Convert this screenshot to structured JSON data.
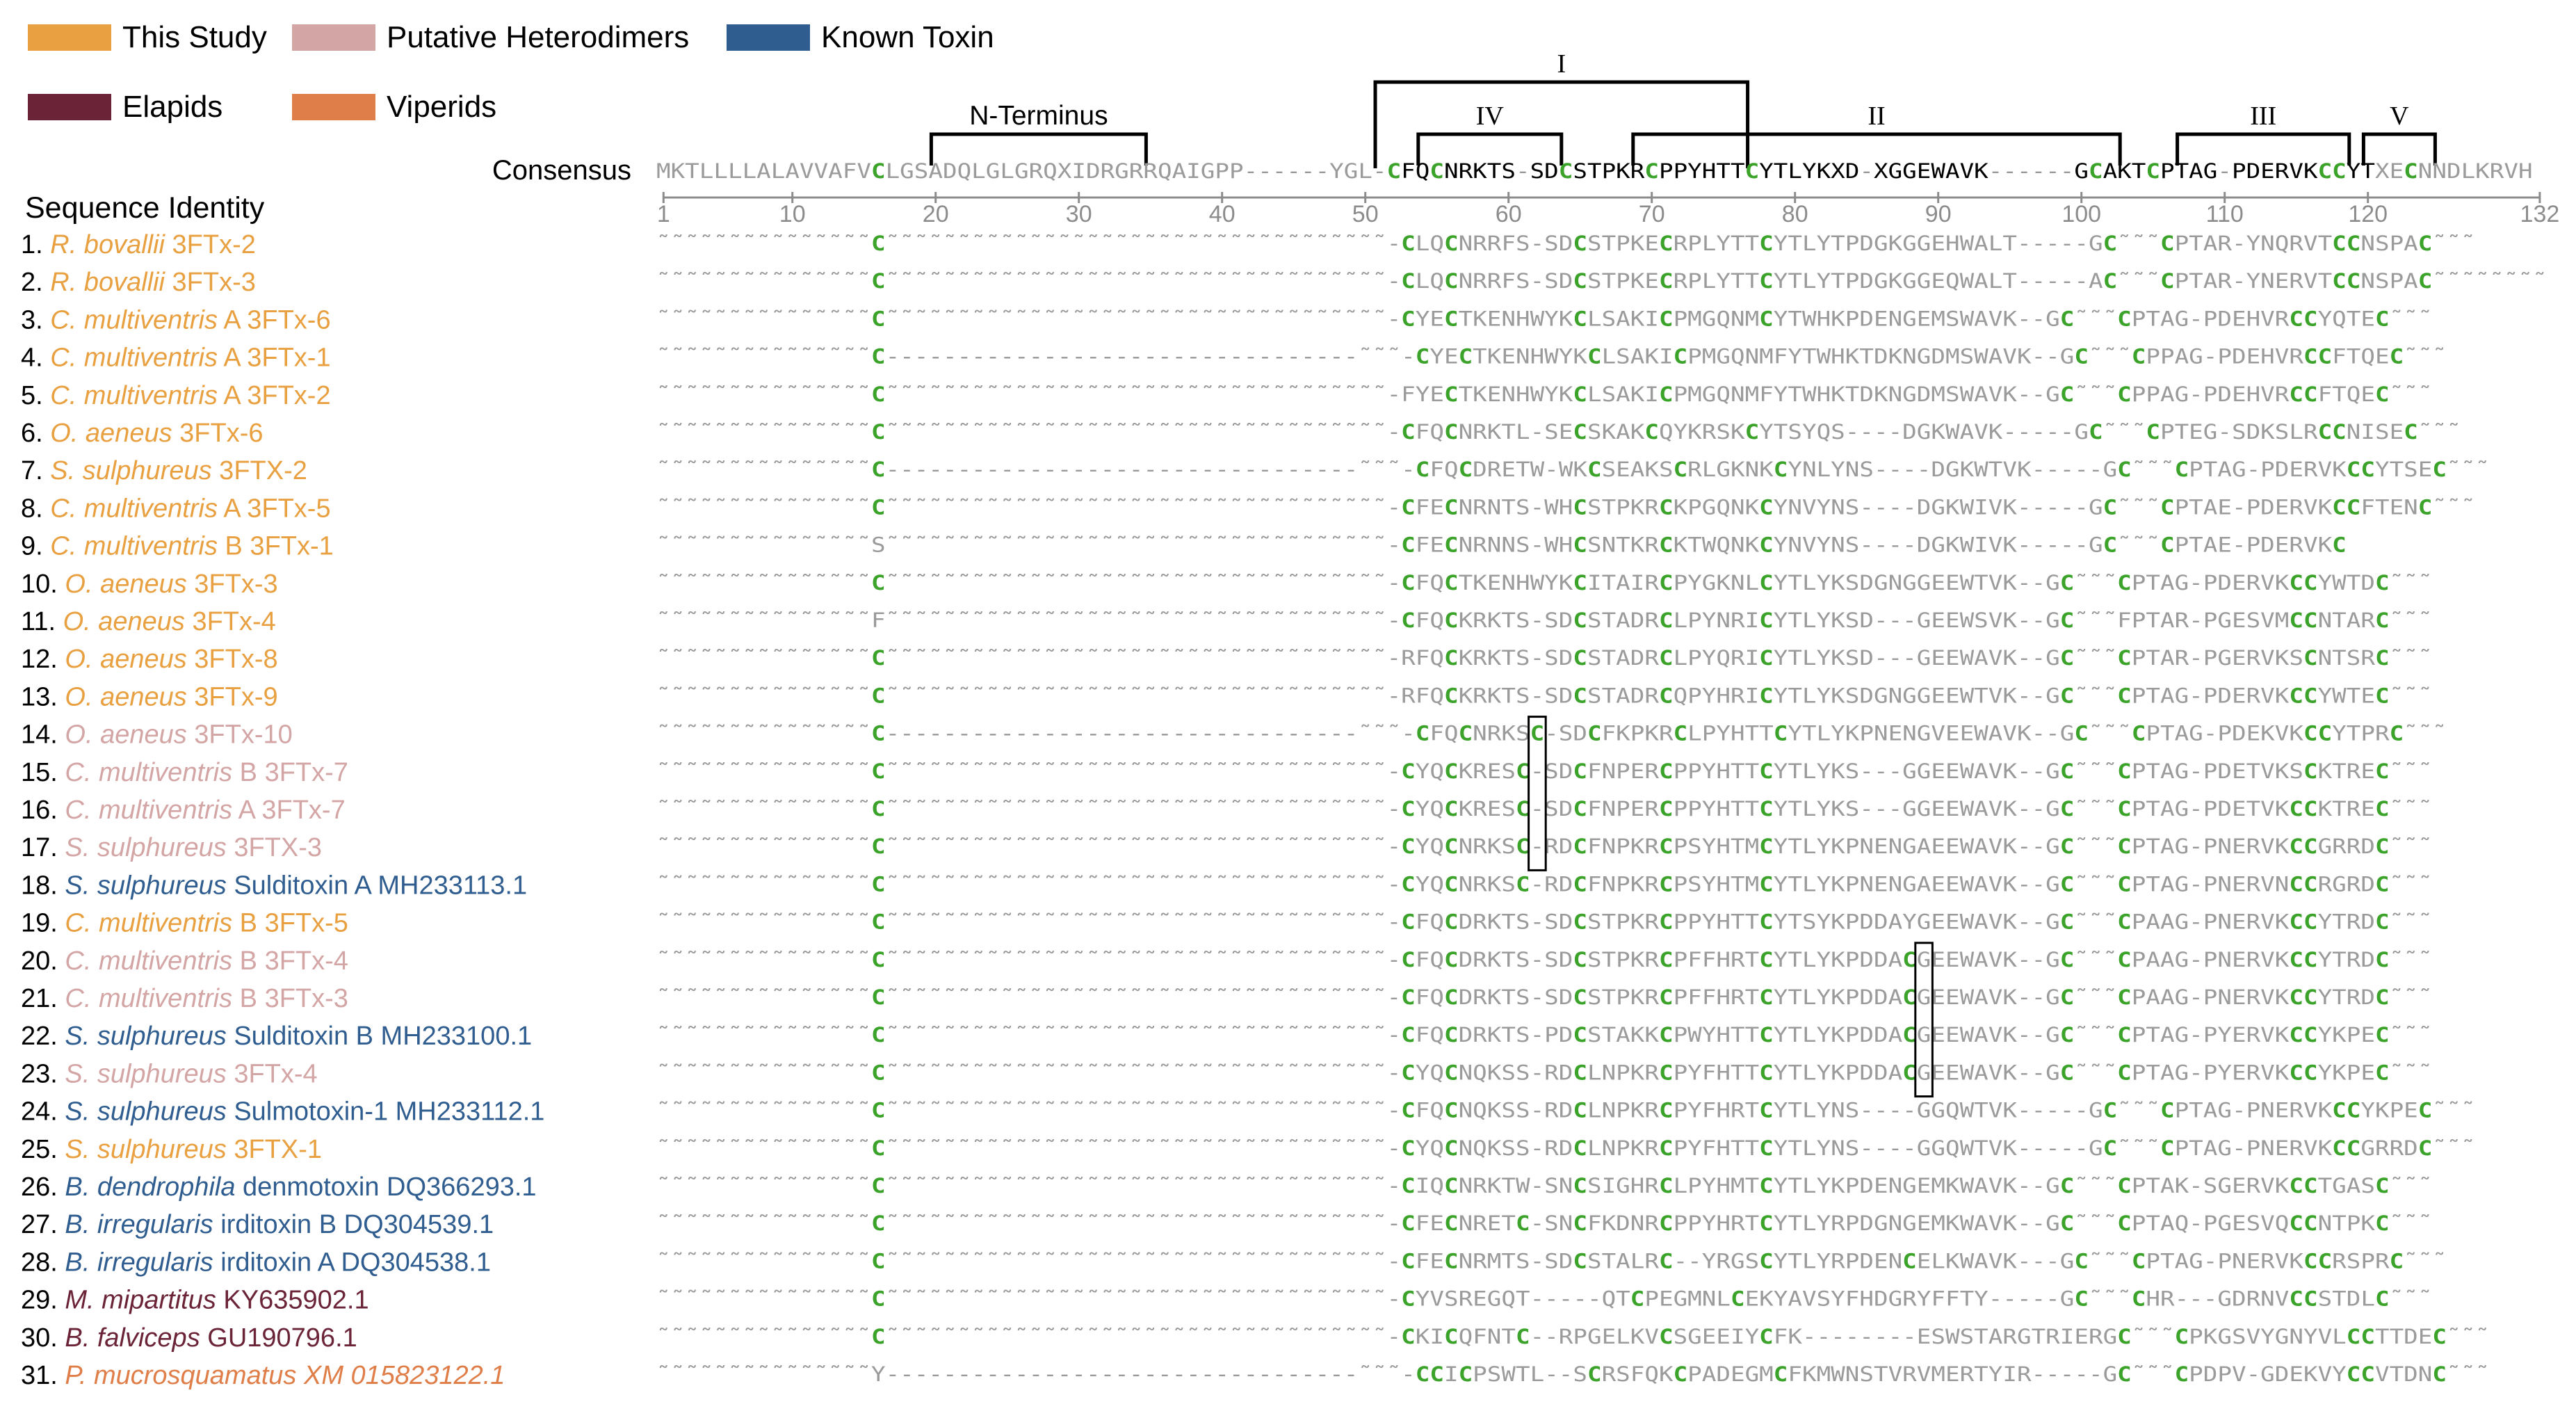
{
  "legend": [
    {
      "label": "This Study",
      "color": "#E8A040"
    },
    {
      "label": "Putative Heterodimers",
      "color": "#D4A5A5"
    },
    {
      "label": "Known Toxin",
      "color": "#2F5D8F"
    },
    {
      "label": "Elapids",
      "color": "#6B2337"
    },
    {
      "label": "Viperids",
      "color": "#DF7E48"
    }
  ],
  "colors": {
    "cysteine": "#3BA32A",
    "gap": "#999999",
    "residue": "#9B9B9B",
    "consensus_core": "#000000",
    "this_study": "#E8A040",
    "heterodimer": "#D4A5A5",
    "known_toxin": "#2F5D8F",
    "elapid": "#6B2337",
    "viperid": "#DF7E48"
  },
  "headings": {
    "consensus": "Consensus",
    "sequence_identity": "Sequence Identity"
  },
  "regions": [
    {
      "label": "N-Terminus",
      "from": 20,
      "to": 35
    },
    {
      "label": "I",
      "from": 51,
      "to": 77
    },
    {
      "label": "IV",
      "from": 54,
      "to": 64
    },
    {
      "label": "II",
      "from": 69,
      "to": 103
    },
    {
      "label": "III",
      "from": 107,
      "to": 119
    },
    {
      "label": "V",
      "from": 120,
      "to": 125
    }
  ],
  "ruler": {
    "ticks": [
      1,
      10,
      20,
      30,
      40,
      50,
      60,
      70,
      80,
      90,
      100,
      110,
      120,
      132
    ]
  },
  "consensus": "MKTLLLLALAVVAFVCLGSADQLGLGRQXIDRGRRQAIGPP------YGL-CFQCNRKTS-SDCSTPKRCPPYHTTCYTLYKXD-XGGEWAVK------GCAKTCPTAG-PDERVKCCYTXECNNDLKRVH",
  "sequences": [
    {
      "num": "1.",
      "species": "R. bovallii",
      "name": "3FTx-2",
      "cat": "this_study",
      "seq": "~~~~~~~~~~~~~~~C~~~~~~~~~~~~~~~~~~~~~~~~~~~~~~~~~~~-CLQCNRRFS-SDCSTPKECRPLYTTCYTLYTPDGKGGEHWALT-----GC~~~CPTAR-YNQRVTCCNSPAC~~~"
    },
    {
      "num": "2.",
      "species": "R. bovallii",
      "name": "3FTx-3",
      "cat": "this_study",
      "seq": "~~~~~~~~~~~~~~~C~~~~~~~~~~~~~~~~~~~~~~~~~~~~~~~~~~~-CLQCNRRFS-SDCSTPKECRPLYTTCYTLYTPDGKGGEQWALT-----AC~~~CPTAR-YNERVTCCNSPAC~~~~~~~~"
    },
    {
      "num": "3.",
      "species": "C. multiventris",
      "name": "A 3FTx-6",
      "cat": "this_study",
      "seq": "~~~~~~~~~~~~~~~C~~~~~~~~~~~~~~~~~~~~~~~~~~~~~~~~~~~-CYECTKENHWYKCLSAKICPMGQNMCYTWHKPDENGEMSWAVK--GC~~~CPTAG-PDEHVRCCYQTEC~~~"
    },
    {
      "num": "4.",
      "species": "C. multiventris",
      "name": "A 3FTx-1",
      "cat": "this_study",
      "seq": "~~~~~~~~~~~~~~~C---------------------------------~~~-CYECTKENHWYKCLSAKICPMGQNMFYTWHKTDKNGDMSWAVK--GC~~~CPPAG-PDEHVRCCFTQEC~~~"
    },
    {
      "num": "5.",
      "species": "C. multiventris",
      "name": "A 3FTx-2",
      "cat": "this_study",
      "seq": "~~~~~~~~~~~~~~~C~~~~~~~~~~~~~~~~~~~~~~~~~~~~~~~~~~~-FYECTKENHWYKCLSAKICPMGQNMFYTWHKTDKNGDMSWAVK--GC~~~CPPAG-PDEHVRCCFTQEC~~~"
    },
    {
      "num": "6.",
      "species": "O. aeneus",
      "name": "3FTx-6",
      "cat": "this_study",
      "seq": "~~~~~~~~~~~~~~~C~~~~~~~~~~~~~~~~~~~~~~~~~~~~~~~~~~~-CFQCNRKTL-SECSKAKCQYKRSKCYTSYQS----DGKWAVK-----GC~~~CPTEG-SDKSLRCCNISEC~~~"
    },
    {
      "num": "7.",
      "species": "S. sulphureus",
      "name": "3FTX-2",
      "cat": "this_study",
      "seq": "~~~~~~~~~~~~~~~C---------------------------------~~~-CFQCDRETW-WKCSEAKSCRLGKNKCYNLYNS----DGKWTVK-----GC~~~CPTAG-PDERVKCCYTSEC~~~"
    },
    {
      "num": "8.",
      "species": "C. multiventris",
      "name": "A 3FTx-5",
      "cat": "this_study",
      "seq": "~~~~~~~~~~~~~~~C~~~~~~~~~~~~~~~~~~~~~~~~~~~~~~~~~~~-CFECNRNTS-WHCSTPKRCKPGQNKCYNVYNS----DGKWIVK-----GC~~~CPTAE-PDERVKCCFTENC~~~"
    },
    {
      "num": "9.",
      "species": "C. multiventris",
      "name": "B 3FTx-1",
      "cat": "this_study",
      "seq": "~~~~~~~~~~~~~~~S~~~~~~~~~~~~~~~~~~~~~~~~~~~~~~~~~~~-CFECNRNNS-WHCSNTKRCKTWQNKCYNVYNS----DGKWIVK-----GC~~~CPTAE-PDERVKC"
    },
    {
      "num": "10.",
      "species": "O. aeneus",
      "name": "3FTx-3",
      "cat": "this_study",
      "seq": "~~~~~~~~~~~~~~~C~~~~~~~~~~~~~~~~~~~~~~~~~~~~~~~~~~~-CFQCTKENHWYKCITAIRCPYGKNLCYTLYKSDGNGGEEWTVK--GC~~~CPTAG-PDERVKCCYWTDC~~~"
    },
    {
      "num": "11.",
      "species": "O. aeneus",
      "name": "3FTx-4",
      "cat": "this_study",
      "seq": "~~~~~~~~~~~~~~~F~~~~~~~~~~~~~~~~~~~~~~~~~~~~~~~~~~~-CFQCKRKTS-SDCSTADRCLPYNRICYTLYKSD---GEEWSVK--GC~~~FPTAR-PGESVMCCNTARC~~~"
    },
    {
      "num": "12.",
      "species": "O. aeneus",
      "name": "3FTx-8",
      "cat": "this_study",
      "seq": "~~~~~~~~~~~~~~~C~~~~~~~~~~~~~~~~~~~~~~~~~~~~~~~~~~~-RFQCKRKTS-SDCSTADRCLPYQRICYTLYKSD---GEEWAVK--GC~~~CPTAR-PGERVKSCNTSRC~~~"
    },
    {
      "num": "13.",
      "species": "O. aeneus",
      "name": "3FTx-9",
      "cat": "this_study",
      "seq": "~~~~~~~~~~~~~~~C~~~~~~~~~~~~~~~~~~~~~~~~~~~~~~~~~~~-RFQCKRKTS-SDCSTADRCQPYHRICYTLYKSDGNGGEEWTVK--GC~~~CPTAG-PDERVKCCYWTEC~~~"
    },
    {
      "num": "14.",
      "species": "O. aeneus",
      "name": "3FTx-10",
      "cat": "heterodimer",
      "seq": "~~~~~~~~~~~~~~~C---------------------------------~~~-CFQCNRKSC-SDCFKPKRCLPYHTTCYTLYKPNENGVEEWAVK--GC~~~CPTAG-PDEKVKCCYTPRC~~~"
    },
    {
      "num": "15.",
      "species": "C. multiventris",
      "name": "B 3FTx-7",
      "cat": "heterodimer",
      "seq": "~~~~~~~~~~~~~~~C~~~~~~~~~~~~~~~~~~~~~~~~~~~~~~~~~~~-CYQCKRESC-SDCFNPERCPPYHTTCYTLYKS---GGEEWAVK--GC~~~CPTAG-PDETVKSCKTREC~~~"
    },
    {
      "num": "16.",
      "species": "C. multiventris",
      "name": "A 3FTx-7",
      "cat": "heterodimer",
      "seq": "~~~~~~~~~~~~~~~C~~~~~~~~~~~~~~~~~~~~~~~~~~~~~~~~~~~-CYQCKRESC-SDCFNPERCPPYHTTCYTLYKS---GGEEWAVK--GC~~~CPTAG-PDETVKCCKTREC~~~"
    },
    {
      "num": "17.",
      "species": "S. sulphureus",
      "name": "3FTX-3",
      "cat": "heterodimer",
      "seq": "~~~~~~~~~~~~~~~C~~~~~~~~~~~~~~~~~~~~~~~~~~~~~~~~~~~-CYQCNRKSC-RDCFNPKRCPSYHTMCYTLYKPNENGAEEWAVK--GC~~~CPTAG-PNERVKCCGRRDC~~~"
    },
    {
      "num": "18.",
      "species": "S. sulphureus",
      "name": "Sulditoxin A MH233113.1",
      "cat": "known_toxin",
      "seq": "~~~~~~~~~~~~~~~C~~~~~~~~~~~~~~~~~~~~~~~~~~~~~~~~~~~-CYQCNRKSC-RDCFNPKRCPSYHTMCYTLYKPNENGAEEWAVK--GC~~~CPTAG-PNERVNCCRGRDC~~~"
    },
    {
      "num": "19.",
      "species": "C. multiventris",
      "name": "B 3FTx-5",
      "cat": "this_study",
      "seq": "~~~~~~~~~~~~~~~C~~~~~~~~~~~~~~~~~~~~~~~~~~~~~~~~~~~-CFQCDRKTS-SDCSTPKRCPPYHTTCYTSYKPDDAYGEEWAVK--GC~~~CPAAG-PNERVKCCYTRDC~~~"
    },
    {
      "num": "20.",
      "species": "C. multiventris",
      "name": "B 3FTx-4",
      "cat": "heterodimer",
      "seq": "~~~~~~~~~~~~~~~C~~~~~~~~~~~~~~~~~~~~~~~~~~~~~~~~~~~-CFQCDRKTS-SDCSTPKRCPFFHRTCYTLYKPDDACGEEWAVK--GC~~~CPAAG-PNERVKCCYTRDC~~~"
    },
    {
      "num": "21.",
      "species": "C. multiventris",
      "name": "B 3FTx-3",
      "cat": "heterodimer",
      "seq": "~~~~~~~~~~~~~~~C~~~~~~~~~~~~~~~~~~~~~~~~~~~~~~~~~~~-CFQCDRKTS-SDCSTPKRCPFFHRTCYTLYKPDDACGEEWAVK--GC~~~CPAAG-PNERVKCCYTRDC~~~"
    },
    {
      "num": "22.",
      "species": "S. sulphureus",
      "name": "Sulditoxin B MH233100.1",
      "cat": "known_toxin",
      "seq": "~~~~~~~~~~~~~~~C~~~~~~~~~~~~~~~~~~~~~~~~~~~~~~~~~~~-CFQCDRKTS-PDCSTAKKCPWYHTTCYTLYKPDDACGEEWAVK--GC~~~CPTAG-PYERVKCCYKPEC~~~"
    },
    {
      "num": "23.",
      "species": "S. sulphureus",
      "name": "3FTx-4",
      "cat": "heterodimer",
      "seq": "~~~~~~~~~~~~~~~C~~~~~~~~~~~~~~~~~~~~~~~~~~~~~~~~~~~-CYQCNQKSS-RDCLNPKRCPYFHTTCYTLYKPDDACGEEWAVK--GC~~~CPTAG-PYERVKCCYKPEC~~~"
    },
    {
      "num": "24.",
      "species": "S. sulphureus",
      "name": "Sulmotoxin-1 MH233112.1",
      "cat": "known_toxin",
      "seq": "~~~~~~~~~~~~~~~C~~~~~~~~~~~~~~~~~~~~~~~~~~~~~~~~~~~-CFQCNQKSS-RDCLNPKRCPYFHRTCYTLYNS----GGQWTVK-----GC~~~CPTAG-PNERVKCCYKPEC~~~"
    },
    {
      "num": "25.",
      "species": "S. sulphureus",
      "name": "3FTX-1",
      "cat": "this_study",
      "seq": "~~~~~~~~~~~~~~~C~~~~~~~~~~~~~~~~~~~~~~~~~~~~~~~~~~~-CYQCNQKSS-RDCLNPKRCPYFHTTCYTLYNS----GGQWTVK-----GC~~~CPTAG-PNERVKCCGRRDC~~~"
    },
    {
      "num": "26.",
      "species": "B. dendrophila",
      "name": "denmotoxin DQ366293.1",
      "cat": "known_toxin",
      "seq": "~~~~~~~~~~~~~~~C~~~~~~~~~~~~~~~~~~~~~~~~~~~~~~~~~~~-CIQCNRKTW-SNCSIGHRCLPYHMTCYTLYKPDENGEMKWAVK--GC~~~CPTAK-SGERVKCCTGASC~~~"
    },
    {
      "num": "27.",
      "species": "B. irregularis",
      "name": "irditoxin B DQ304539.1",
      "cat": "known_toxin",
      "seq": "~~~~~~~~~~~~~~~C~~~~~~~~~~~~~~~~~~~~~~~~~~~~~~~~~~~-CFECNRETC-SNCFKDNRCPPYHRTCYTLYRPDGNGEMKWAVK--GC~~~CPTAQ-PGESVQCCNTPKC~~~"
    },
    {
      "num": "28.",
      "species": "B. irregularis",
      "name": "irditoxin A DQ304538.1",
      "cat": "known_toxin",
      "seq": "~~~~~~~~~~~~~~~C~~~~~~~~~~~~~~~~~~~~~~~~~~~~~~~~~~~-CFECNRMTS-SDCSTALRC--YRGSCYTLYRPDENCELKWAVK---GC~~~CPTAG-PNERVKCCRSPRC~~~"
    },
    {
      "num": "29.",
      "species": "M. mipartitus",
      "name": "KY635902.1",
      "cat": "elapid",
      "seq": "~~~~~~~~~~~~~~~C~~~~~~~~~~~~~~~~~~~~~~~~~~~~~~~~~~~-CYVSREGQT-----QTCPEGMNLCEKYAVSYFHDGRYFFTY-----GC~~~CHR---GDRNVCCSTDLC~~~"
    },
    {
      "num": "30.",
      "species": "B. falviceps",
      "name": "GU190796.1",
      "cat": "elapid",
      "seq": "~~~~~~~~~~~~~~~C~~~~~~~~~~~~~~~~~~~~~~~~~~~~~~~~~~~-CKICQFNTC--RPGELKVCSGEEIYCFK--------ESWSTARGTRIERGC~~~CPKGSVYGNYVLCCTTDEC~~~"
    },
    {
      "num": "31.",
      "species": "P. mucrosquamatus",
      "name": "XM 015823122.1",
      "cat": "viperid",
      "seq": "~~~~~~~~~~~~~~~Y---------------------------------~~~-CCICPSWTL--SCRSFQKCPADEGMCFKMWNSTVRVMERTYIR-----GC~~~CPDPV-GDEKVYCCVTDNC~~~"
    }
  ]
}
